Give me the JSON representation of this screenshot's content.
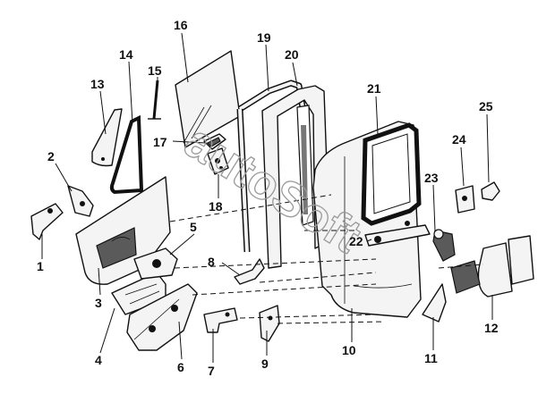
{
  "watermark": "autoSoft",
  "callouts": {
    "c1": "1",
    "c2": "2",
    "c3": "3",
    "c4": "4",
    "c5": "5",
    "c6": "6",
    "c7": "7",
    "c8": "8",
    "c9": "9",
    "c10": "10",
    "c11": "11",
    "c12": "12",
    "c13": "13",
    "c14": "14",
    "c15": "15",
    "c16": "16",
    "c17": "17",
    "c18": "18",
    "c19": "19",
    "c20": "20",
    "c21": "21",
    "c22": "22",
    "c23": "23",
    "c24": "24",
    "c25": "25"
  },
  "colors": {
    "line": "#111111",
    "fill": "#f4f4f4",
    "dark": "#5a5a5a",
    "watermark": "#9a9a9a"
  }
}
